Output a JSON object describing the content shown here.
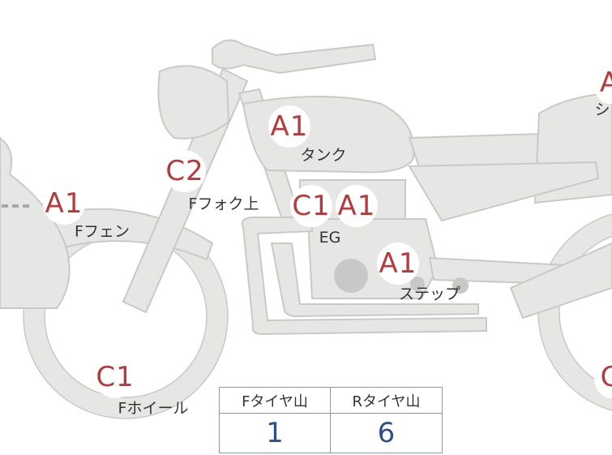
{
  "colors": {
    "body": "#e6e6e4",
    "outline": "#c9c9c6",
    "grade_text": "#b43a3c",
    "value_text": "#2f4f8a"
  },
  "grades": {
    "tank": "A1",
    "fork_upper": "C2",
    "front_fender": "A1",
    "engine_c": "C1",
    "engine_a": "A1",
    "step": "A1",
    "front_wheel": "C1",
    "seat": "A",
    "rear_wheel": "C"
  },
  "labels": {
    "tank": "タンク",
    "fork_upper": "Fフォク上",
    "front_fender": "Fフェン",
    "engine": "EG",
    "step": "ステップ",
    "front_wheel": "Fホイール",
    "seat": "シ"
  },
  "tread_table": {
    "front_header": "Fタイヤ山",
    "rear_header": "Rタイヤ山",
    "front_value": "1",
    "rear_value": "6"
  }
}
